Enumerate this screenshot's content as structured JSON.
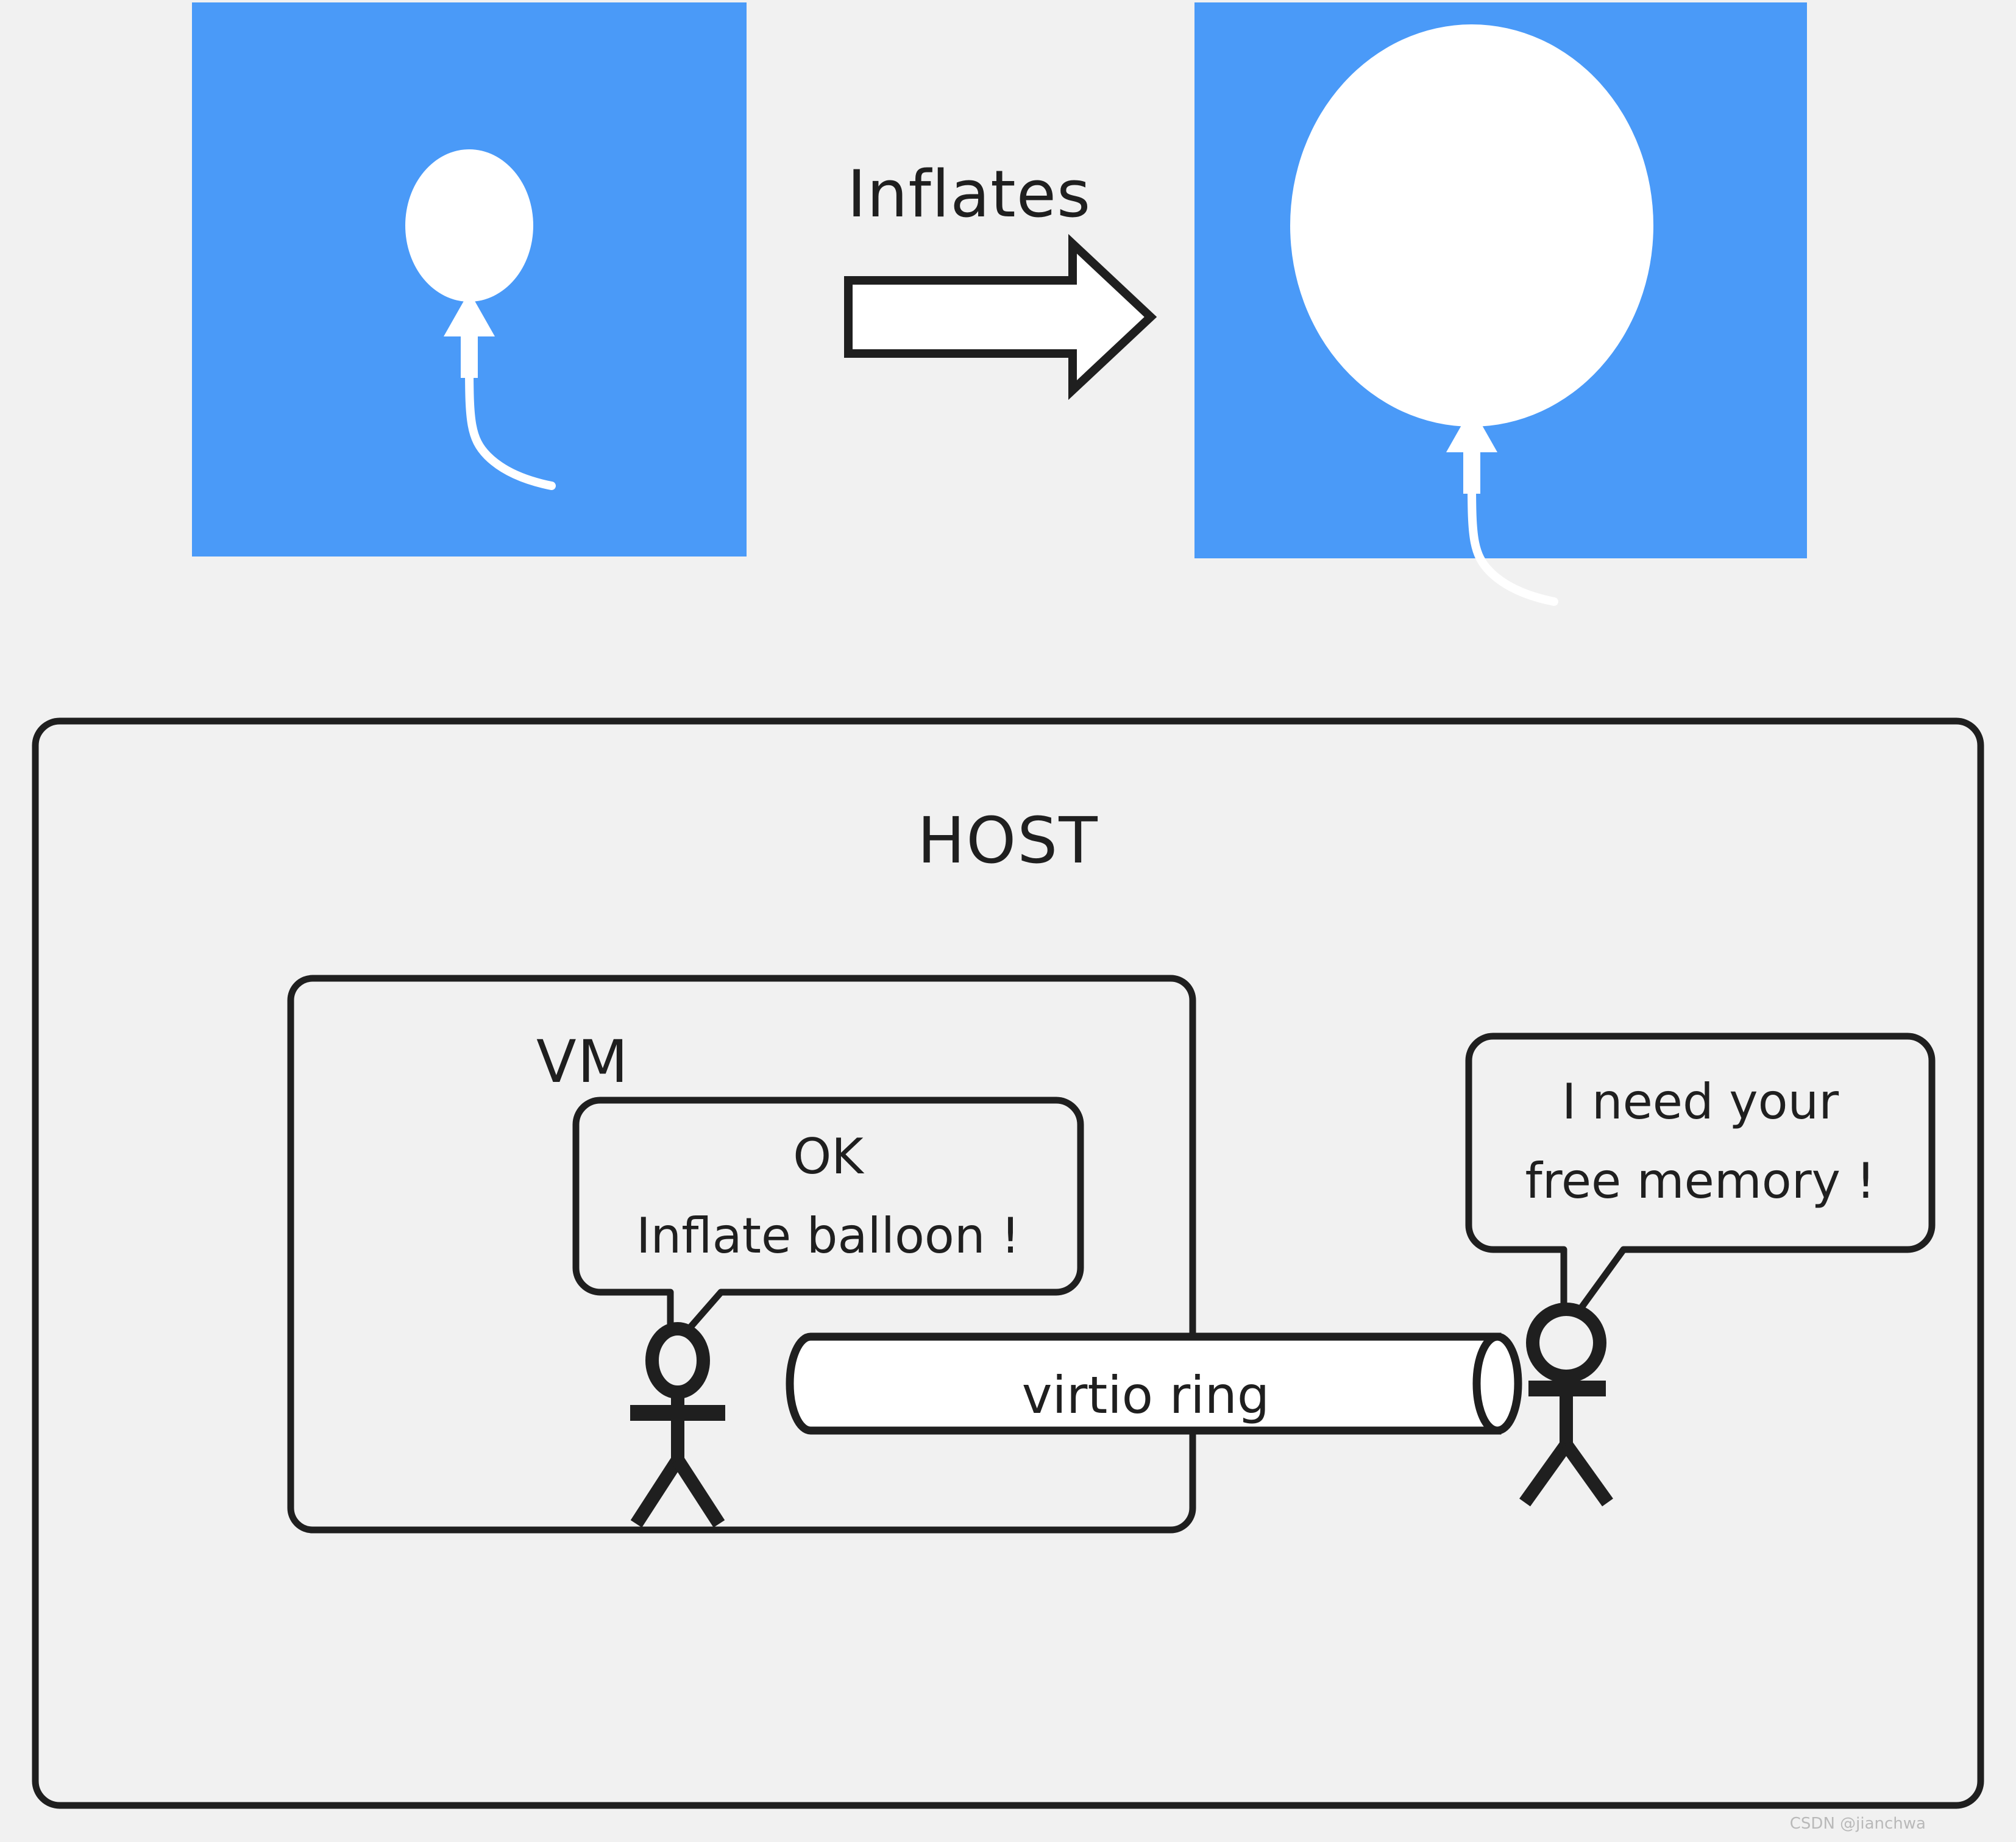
{
  "page": {
    "background_color": "#f1f1f1",
    "ink_color": "#1f1f1f",
    "accent_color": "#4a9af8",
    "title": "virtio balloon inflate diagram"
  },
  "top_row": {
    "left_panel": {
      "name": "deflated-balloon-panel",
      "fill": "#4a9af8",
      "balloon_color": "#ffffff",
      "state": "small"
    },
    "transition": {
      "label": "Inflates",
      "arrow": "right-arrow"
    },
    "right_panel": {
      "name": "inflated-balloon-panel",
      "fill": "#4a9af8",
      "balloon_color": "#ffffff",
      "state": "large"
    }
  },
  "host": {
    "label": "HOST",
    "vm": {
      "label": "VM",
      "speech": {
        "line1": "OK",
        "line2": "Inflate  balloon !"
      },
      "actor": "vm-stick-figure"
    },
    "hypervisor": {
      "speech": {
        "line1": "I need your",
        "line2": "free memory !"
      },
      "actor": "host-stick-figure"
    },
    "channel": {
      "label": "virtio ring",
      "shape": "cylinder"
    }
  },
  "watermark": {
    "text": "CSDN @jianchwa"
  }
}
